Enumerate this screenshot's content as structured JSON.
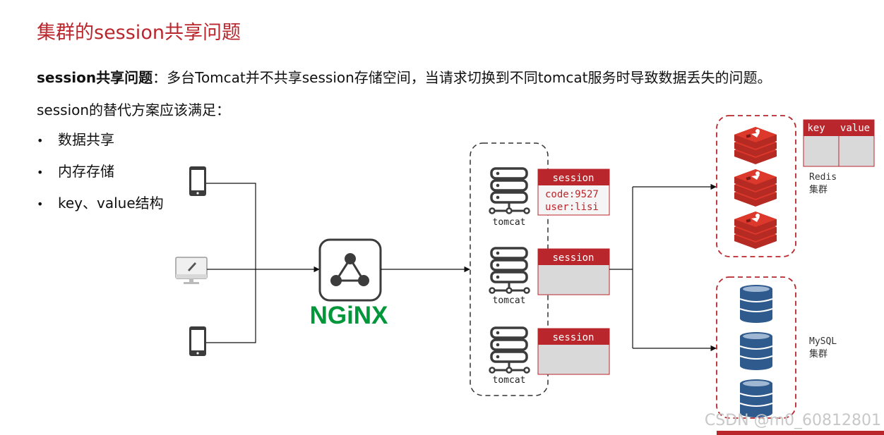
{
  "title": "集群的session共享问题",
  "problem": {
    "label": "session共享问题",
    "text": "：多台Tomcat并不共享session存储空间，当请求切换到不同tomcat服务时导致数据丢失的问题。"
  },
  "requirement": "session的替代方案应该满足：",
  "bullet_marker": "•",
  "bullets": [
    "数据共享",
    "内存存储",
    "key、value结构"
  ],
  "diagram": {
    "nginx_label": "NGiNX",
    "tomcats": [
      {
        "label": "tomcat",
        "session_header": "session",
        "lines": [
          "code:9527",
          "user:lisi"
        ]
      },
      {
        "label": "tomcat",
        "session_header": "session",
        "lines": []
      },
      {
        "label": "tomcat",
        "session_header": "session",
        "lines": []
      }
    ],
    "kv_table": {
      "key": "key",
      "value": "value"
    },
    "redis_label": [
      "Redis",
      "集群"
    ],
    "mysql_label": [
      "MySQL",
      "集群"
    ]
  },
  "watermark": "CSDN @m0_60812801",
  "colors": {
    "accent": "#b9262c",
    "nginx": "#009639",
    "mysql": "#2e5a8e",
    "icon_dark": "#3c3c3c",
    "session_body": "#d9d9d9"
  }
}
